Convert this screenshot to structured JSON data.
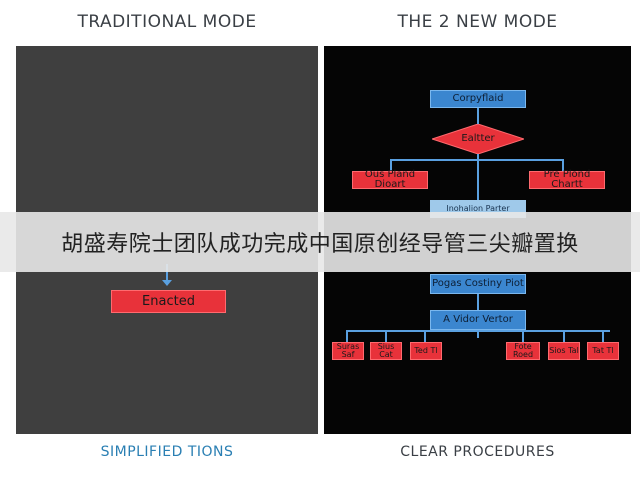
{
  "left": {
    "title": "TRADITIONAL MODE",
    "box": "Enacted",
    "caption": "SIMPLIFIED TIONS"
  },
  "right": {
    "title": "THE 2 NEW MODE",
    "top": "Corpyflaid",
    "decision": "Ealtter",
    "branch_left": "Ous Pland Dioart",
    "branch_right": "Pre Plond Chartt",
    "partial": "Inohalion Parter",
    "mid": "Pogas Costiny Piot",
    "lower": "A Vidor Vertor",
    "leaves_left": [
      "Suras Saf",
      "Sius Cat",
      "Ted Tl"
    ],
    "leaves_right": [
      "Fote Roed",
      "Sios Tal",
      "Tat Tl"
    ],
    "caption": "CLEAR PROCEDURES"
  },
  "banner": "胡盛寿院士团队成功完成中国原创经导管三尖瓣置换",
  "colors": {
    "left_panel": "#3f3f3f",
    "right_panel": "#050505",
    "red_box": "#e8323a",
    "blue_box": "#3b86cf",
    "connector": "#5aa0e0"
  }
}
